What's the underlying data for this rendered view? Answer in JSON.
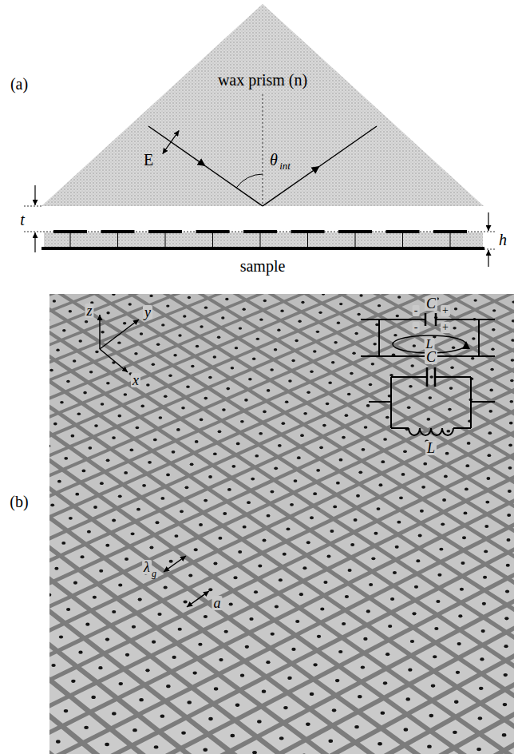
{
  "diagram": {
    "labels": [
      "(a)",
      "wax prism (n)",
      "E",
      "θ",
      "int",
      "t",
      "h",
      "sample",
      "(b)",
      "z",
      "y",
      "x",
      "C",
      "-",
      "+",
      "-",
      "+",
      "L",
      "C",
      "L",
      "λ",
      "g",
      "a"
    ]
  }
}
